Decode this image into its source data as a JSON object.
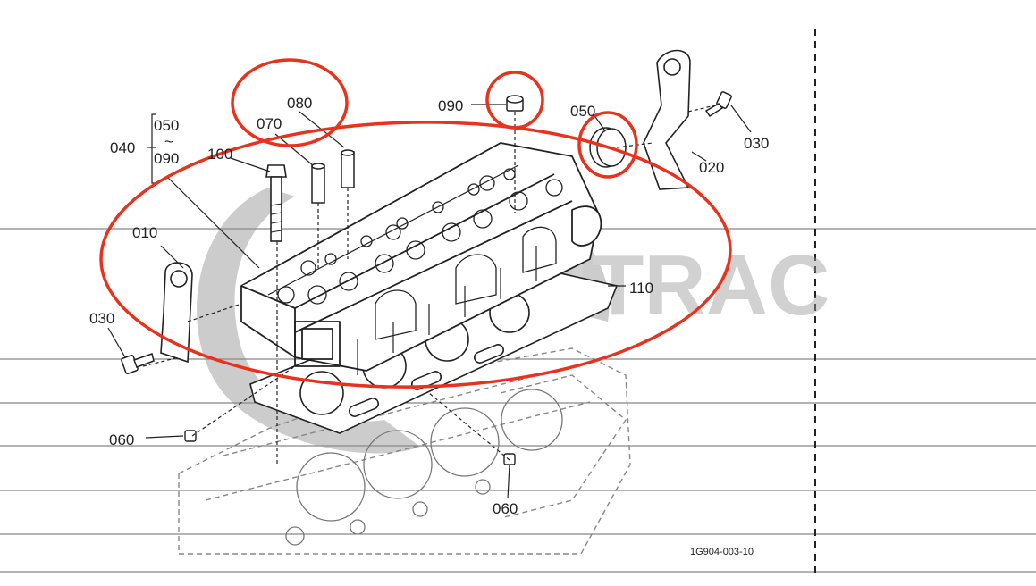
{
  "diagram": {
    "drawing_code": "1G904-003-10",
    "watermark": {
      "text": "BOB4TRAC",
      "color": "#9a9a9a"
    },
    "highlight_color": "#e8321e",
    "line_color": "#222222",
    "callouts": {
      "c010": "010",
      "c020": "020",
      "c030_left": "030",
      "c030_right": "030",
      "c040": "040",
      "c050_bracket_top": "050",
      "c050_bracket_tilde": "~",
      "c090_bracket_bottom": "090",
      "c050": "050",
      "c060_left": "060",
      "c060_bottom": "060",
      "c070": "070",
      "c080": "080",
      "c090": "090",
      "c100": "100",
      "c110": "110"
    }
  }
}
